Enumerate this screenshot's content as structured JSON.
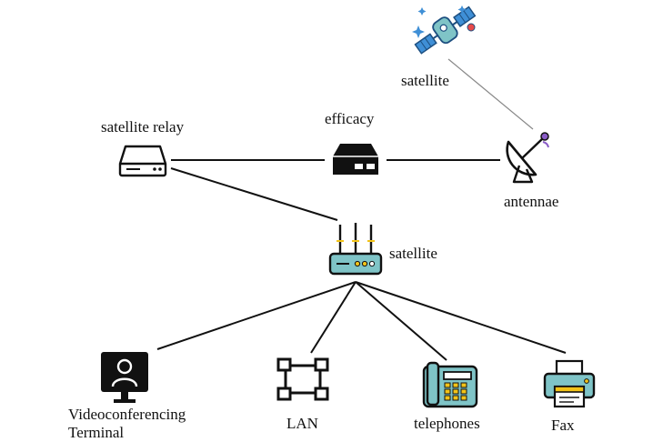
{
  "diagram": {
    "nodes": {
      "satellite_top": {
        "label": "satellite",
        "icon": "satellite-icon"
      },
      "satellite_relay": {
        "label": "satellite relay",
        "icon": "hard-drive-icon"
      },
      "efficacy": {
        "label": "efficacy",
        "icon": "modem-icon"
      },
      "antennae": {
        "label": "antennae",
        "icon": "satellite-dish-icon"
      },
      "satellite_router": {
        "label": "satellite",
        "icon": "router-icon"
      },
      "videoconferencing": {
        "label_line1": "Videoconferencing",
        "label_line2": "Terminal",
        "icon": "monitor-user-icon"
      },
      "lan": {
        "label": "LAN",
        "icon": "lan-square-icon"
      },
      "telephones": {
        "label": "telephones",
        "icon": "telephone-icon"
      },
      "fax": {
        "label": "Fax",
        "icon": "fax-printer-icon"
      }
    },
    "colors": {
      "line": "#111111",
      "light_line": "#888888",
      "teal": "#7fc4c7",
      "blue": "#3f8fd6",
      "yellow": "#f2c318",
      "dark": "#1a1a1a"
    }
  }
}
